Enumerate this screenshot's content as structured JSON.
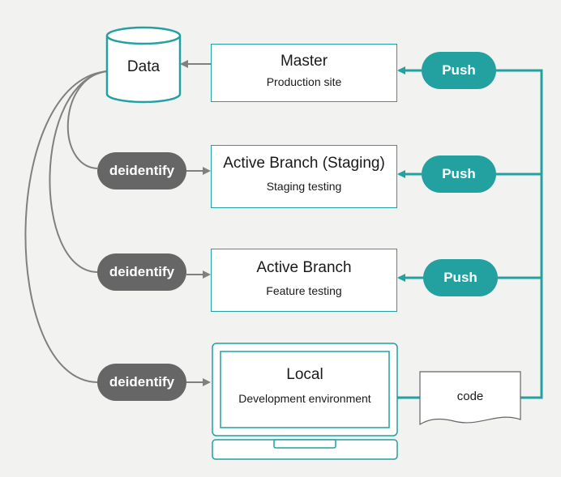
{
  "nodes": {
    "data": {
      "label": "Data"
    },
    "master": {
      "title": "Master",
      "subtitle": "Production site"
    },
    "staging": {
      "title": "Active Branch (Staging)",
      "subtitle": "Staging testing"
    },
    "feature": {
      "title": "Active Branch",
      "subtitle": "Feature testing"
    },
    "local": {
      "title": "Local",
      "subtitle": "Development environment"
    },
    "code": {
      "label": "code"
    }
  },
  "actions": {
    "push": [
      "Push",
      "Push",
      "Push"
    ],
    "deidentify": [
      "deidentify",
      "deidentify",
      "deidentify"
    ]
  },
  "colors": {
    "teal": "#23a0a0",
    "gray_pill": "#666666",
    "line_gray": "#808080",
    "background": "#f2f3f1"
  }
}
